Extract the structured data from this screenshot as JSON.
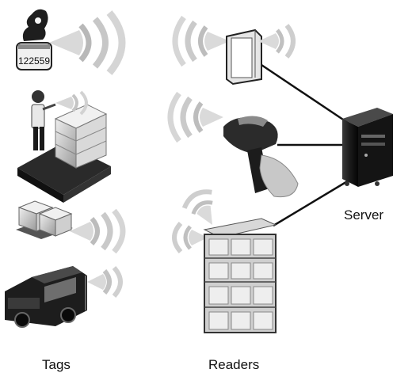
{
  "diagram": {
    "labels": {
      "tags": "Tags",
      "readers": "Readers",
      "server": "Server"
    },
    "tag_id_text": "122559",
    "icons": {
      "ear_tag": "livestock-ear-tag-icon",
      "worker_pallet": "worker-scanning-pallet-icon",
      "pallet": "boxes-on-pallet-icon",
      "truck": "truck-icon",
      "portal_reader": "portal-reader-icon",
      "handheld_reader": "handheld-scanner-icon",
      "shelf_reader": "shelf-reader-icon",
      "server": "server-tower-icon",
      "signal": "radio-wave-icon"
    },
    "colors": {
      "ink": "#111111",
      "mid": "#7a7a7a",
      "light": "#cfcfcf",
      "wave": "#bdbdbd"
    }
  }
}
